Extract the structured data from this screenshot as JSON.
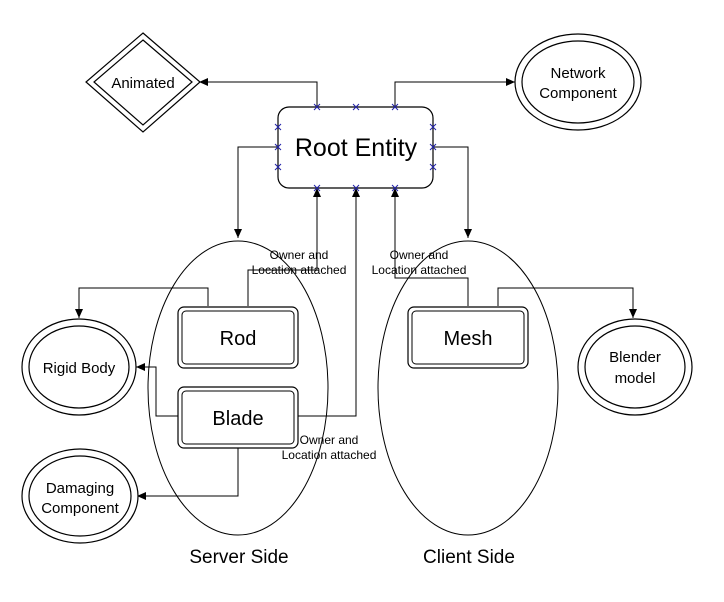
{
  "nodes": {
    "root": "Root Entity",
    "animated": "Animated",
    "network": [
      "Network",
      "Component"
    ],
    "rod": "Rod",
    "blade": "Blade",
    "mesh": "Mesh",
    "rigid_body": "Rigid Body",
    "blender": [
      "Blender",
      "model"
    ],
    "damaging": [
      "Damaging",
      "Component"
    ]
  },
  "edge_labels": {
    "rod_owner": [
      "Owner and",
      "Location attached"
    ],
    "mesh_owner": [
      "Owner and",
      "Location attached"
    ],
    "blade_owner": [
      "Owner and",
      "Location attached"
    ]
  },
  "groups": {
    "server": "Server Side",
    "client": "Client Side"
  }
}
